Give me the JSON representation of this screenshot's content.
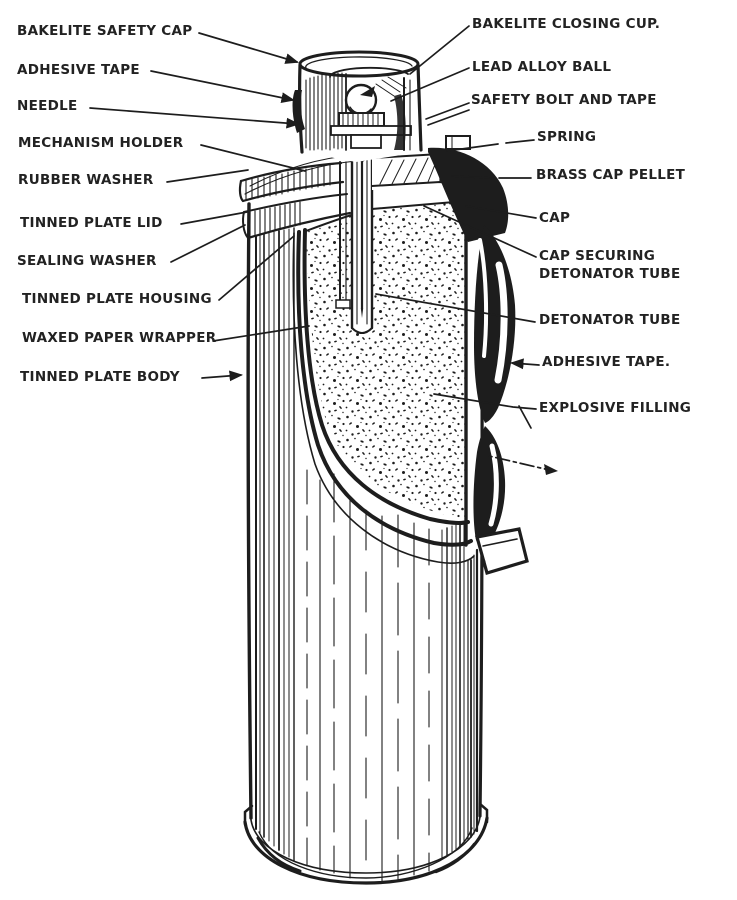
{
  "figure_type": "cutaway technical diagram of a cylindrical incendiary grenade",
  "colors": {
    "ink": "#1d1d1d",
    "paper": "#ffffff"
  },
  "labels": {
    "left": [
      {
        "text": "BAKELITE SAFETY CAP"
      },
      {
        "text": "ADHESIVE TAPE"
      },
      {
        "text": "NEEDLE"
      },
      {
        "text": "MECHANISM HOLDER"
      },
      {
        "text": "RUBBER WASHER"
      },
      {
        "text": "TINNED PLATE LID"
      },
      {
        "text": "SEALING WASHER"
      },
      {
        "text": "TINNED PLATE HOUSING"
      },
      {
        "text": "WAXED PAPER WRAPPER"
      },
      {
        "text": "TINNED PLATE BODY"
      }
    ],
    "right": [
      {
        "text": "BAKELITE CLOSING CUP."
      },
      {
        "text": "LEAD ALLOY BALL"
      },
      {
        "text": "SAFETY BOLT AND TAPE"
      },
      {
        "text": "SPRING"
      },
      {
        "text": "BRASS CAP PELLET"
      },
      {
        "text": "CAP"
      },
      {
        "text": "CAP SECURING\nDETONATOR TUBE"
      },
      {
        "text": "DETONATOR TUBE"
      },
      {
        "text": "ADHESIVE TAPE."
      },
      {
        "text": "EXPLOSIVE FILLING"
      }
    ]
  }
}
